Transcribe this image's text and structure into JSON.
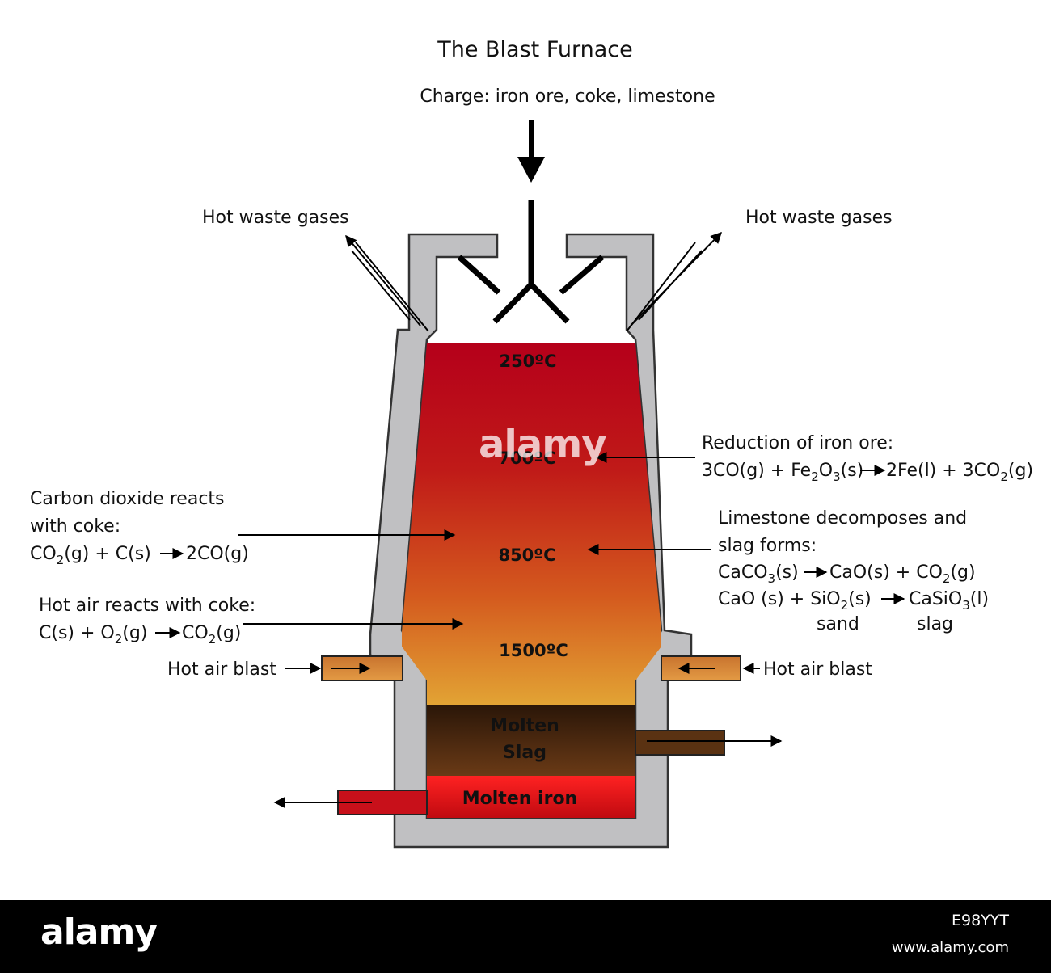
{
  "title": "The Blast Furnace",
  "charge_label": "Charge: iron ore, coke, limestone",
  "waste_left": "Hot waste gases",
  "waste_right": "Hot waste gases",
  "temps": [
    "250ºC",
    "700ºC",
    "850ºC",
    "1500ºC"
  ],
  "zones": {
    "slag_line1": "Molten",
    "slag_line2": "Slag",
    "iron": "Molten iron"
  },
  "hot_air_left": "Hot air blast",
  "hot_air_right": "Hot air blast",
  "left_annotations": {
    "co2_line1": "Carbon dioxide reacts",
    "co2_line2": "with coke:",
    "co2_eq": {
      "a": "CO",
      "a_sub": "2",
      "b": "(g)  +  C(s)",
      "c": "2CO(g)"
    },
    "air_line1": "Hot air reacts with coke:",
    "air_eq": {
      "a": "C(s)  +  O",
      "a_sub": "2",
      "b": "(g)",
      "c": "CO",
      "c_sub": "2",
      "d": "(g)"
    }
  },
  "right_annotations": {
    "reduction_line1": "Reduction of iron ore:",
    "reduction_eq": {
      "a": "3CO(g) + Fe",
      "a_sub": "2",
      "b": "O",
      "b_sub": "3",
      "c": "(s)",
      "d": "2Fe(l) + 3CO",
      "d_sub": "2",
      "e": "(g)"
    },
    "lime_line1": "Limestone decomposes and",
    "lime_line2": "slag forms:",
    "lime_eq1": {
      "a": "CaCO",
      "a_sub": "3",
      "b": "(s)",
      "c": "CaO(s)  +  CO",
      "c_sub": "2",
      "d": "(g)"
    },
    "lime_eq2": {
      "a": "CaO (s)  +  SiO",
      "a_sub": "2",
      "b": "(s)",
      "c": "CaSiO",
      "c_sub": "3",
      "d": "(l)"
    },
    "sand": "sand",
    "slag": "slag"
  },
  "watermark": "alamy",
  "footer": {
    "logo": "alamy",
    "image_id": "E98YYT",
    "url": "www.alamy.com"
  },
  "colors": {
    "wall": "#c0c0c2",
    "hot_top": "#b5001a",
    "hot_bottom": "#e09a30",
    "slag": "#4a2a12",
    "iron": "#e8141a",
    "pipe_air": "#d88a3c"
  }
}
